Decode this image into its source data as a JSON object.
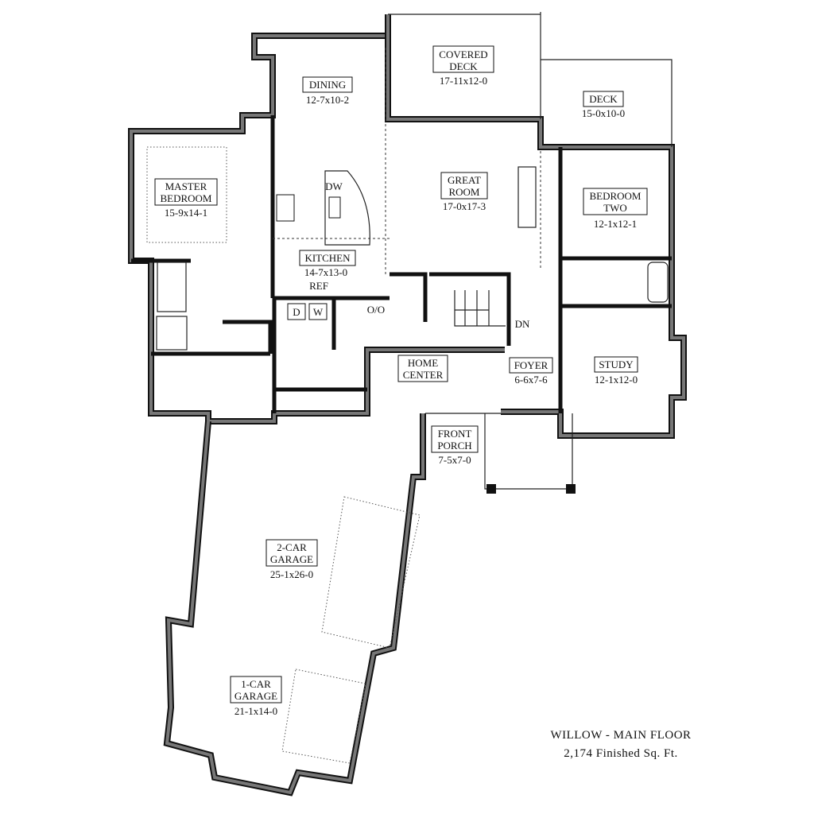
{
  "title": "WILLOW - MAIN FLOOR",
  "subtitle": "2,174 Finished Sq. Ft.",
  "rooms": [
    {
      "line1": "COVERED",
      "line2": "DECK",
      "dims": "17-11x12-0"
    },
    {
      "line1": "DECK",
      "dims": "15-0x10-0"
    },
    {
      "line1": "DINING",
      "dims": "12-7x10-2"
    },
    {
      "line1": "MASTER",
      "line2": "BEDROOM",
      "dims": "15-9x14-1"
    },
    {
      "line1": "GREAT",
      "line2": "ROOM",
      "dims": "17-0x17-3"
    },
    {
      "line1": "BEDROOM",
      "line2": "TWO",
      "dims": "12-1x12-1"
    },
    {
      "line1": "KITCHEN",
      "dims": "14-7x13-0"
    },
    {
      "line1": "HOME",
      "line2": "CENTER"
    },
    {
      "line1": "FOYER",
      "dims": "6-6x7-6"
    },
    {
      "line1": "STUDY",
      "dims": "12-1x12-0"
    },
    {
      "line1": "FRONT",
      "line2": "PORCH",
      "dims": "7-5x7-0"
    },
    {
      "line1": "2-CAR",
      "line2": "GARAGE",
      "dims": "25-1x26-0"
    },
    {
      "line1": "1-CAR",
      "line2": "GARAGE",
      "dims": "21-1x14-0"
    }
  ],
  "fixtures": {
    "dw": "DW",
    "ref": "REF",
    "dryer": "D",
    "washer": "W",
    "oven": "O/O",
    "stairs": "DN"
  }
}
